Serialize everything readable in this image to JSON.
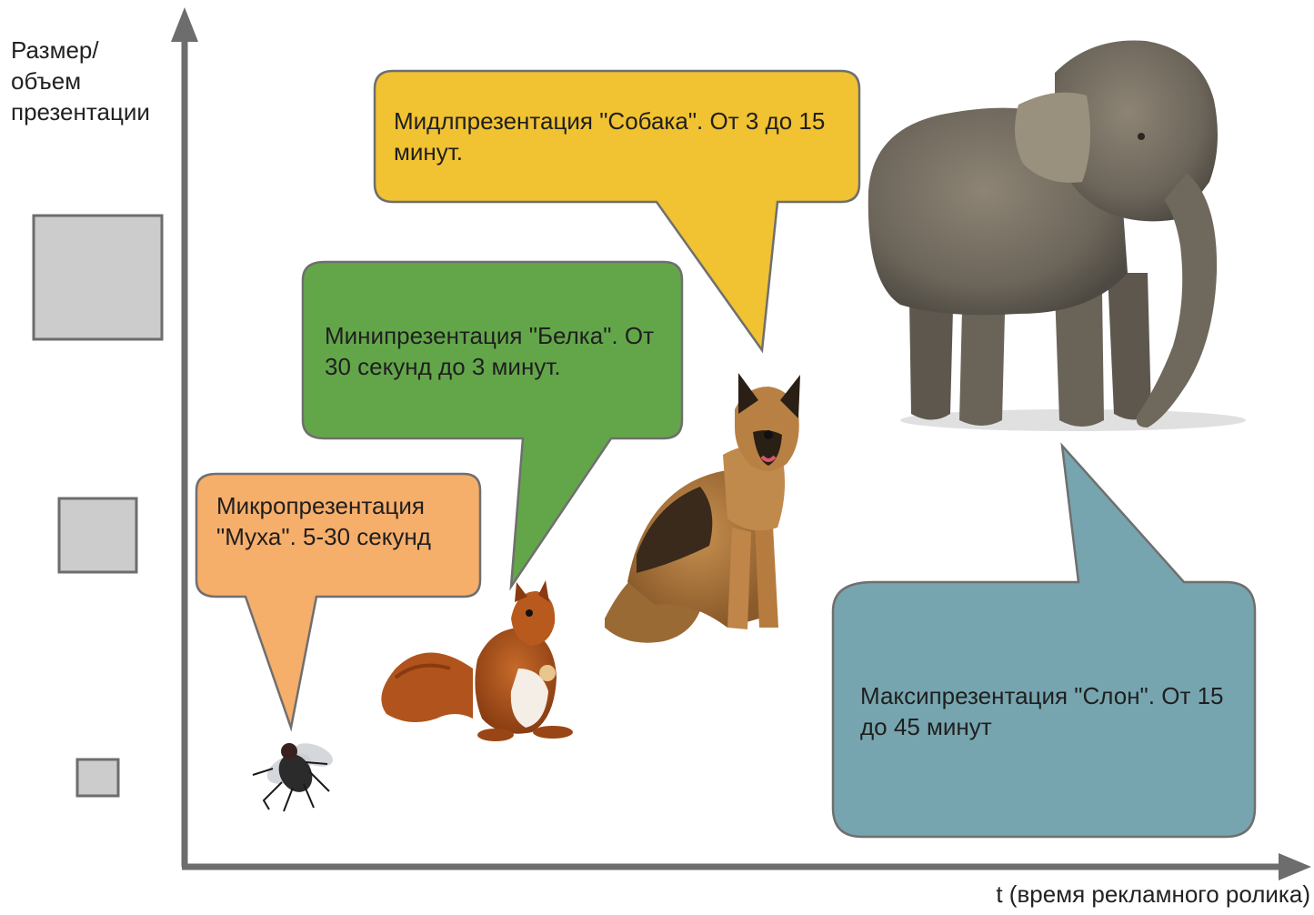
{
  "axes": {
    "y_label": "Размер/\nобъем\nпрезентации",
    "x_label": "t (время рекламного ролика)"
  },
  "bubbles": {
    "micro": {
      "text": "Микропрезентация \"Муха\". 5-30 секунд",
      "color": "#F6AE6B",
      "animal": "fly"
    },
    "mini": {
      "text": "Минипрезентация \"Белка\". От 30 секунд до 3 минут.",
      "color": "#63A64A",
      "animal": "squirrel"
    },
    "mid": {
      "text": "Мидлпрезентация \"Собака\". От 3 до 15 минут.",
      "color": "#F1C232",
      "animal": "dog"
    },
    "maxi": {
      "text": "Максипрезентация \"Слон\". От 15 до 45 минут",
      "color": "#76A5AF",
      "animal": "elephant"
    }
  },
  "colors": {
    "axis": "#6d6d6d",
    "size_square_fill": "#cccccc",
    "size_square_stroke": "#6d6d6d",
    "bubble_stroke": "#6f6f6f"
  }
}
